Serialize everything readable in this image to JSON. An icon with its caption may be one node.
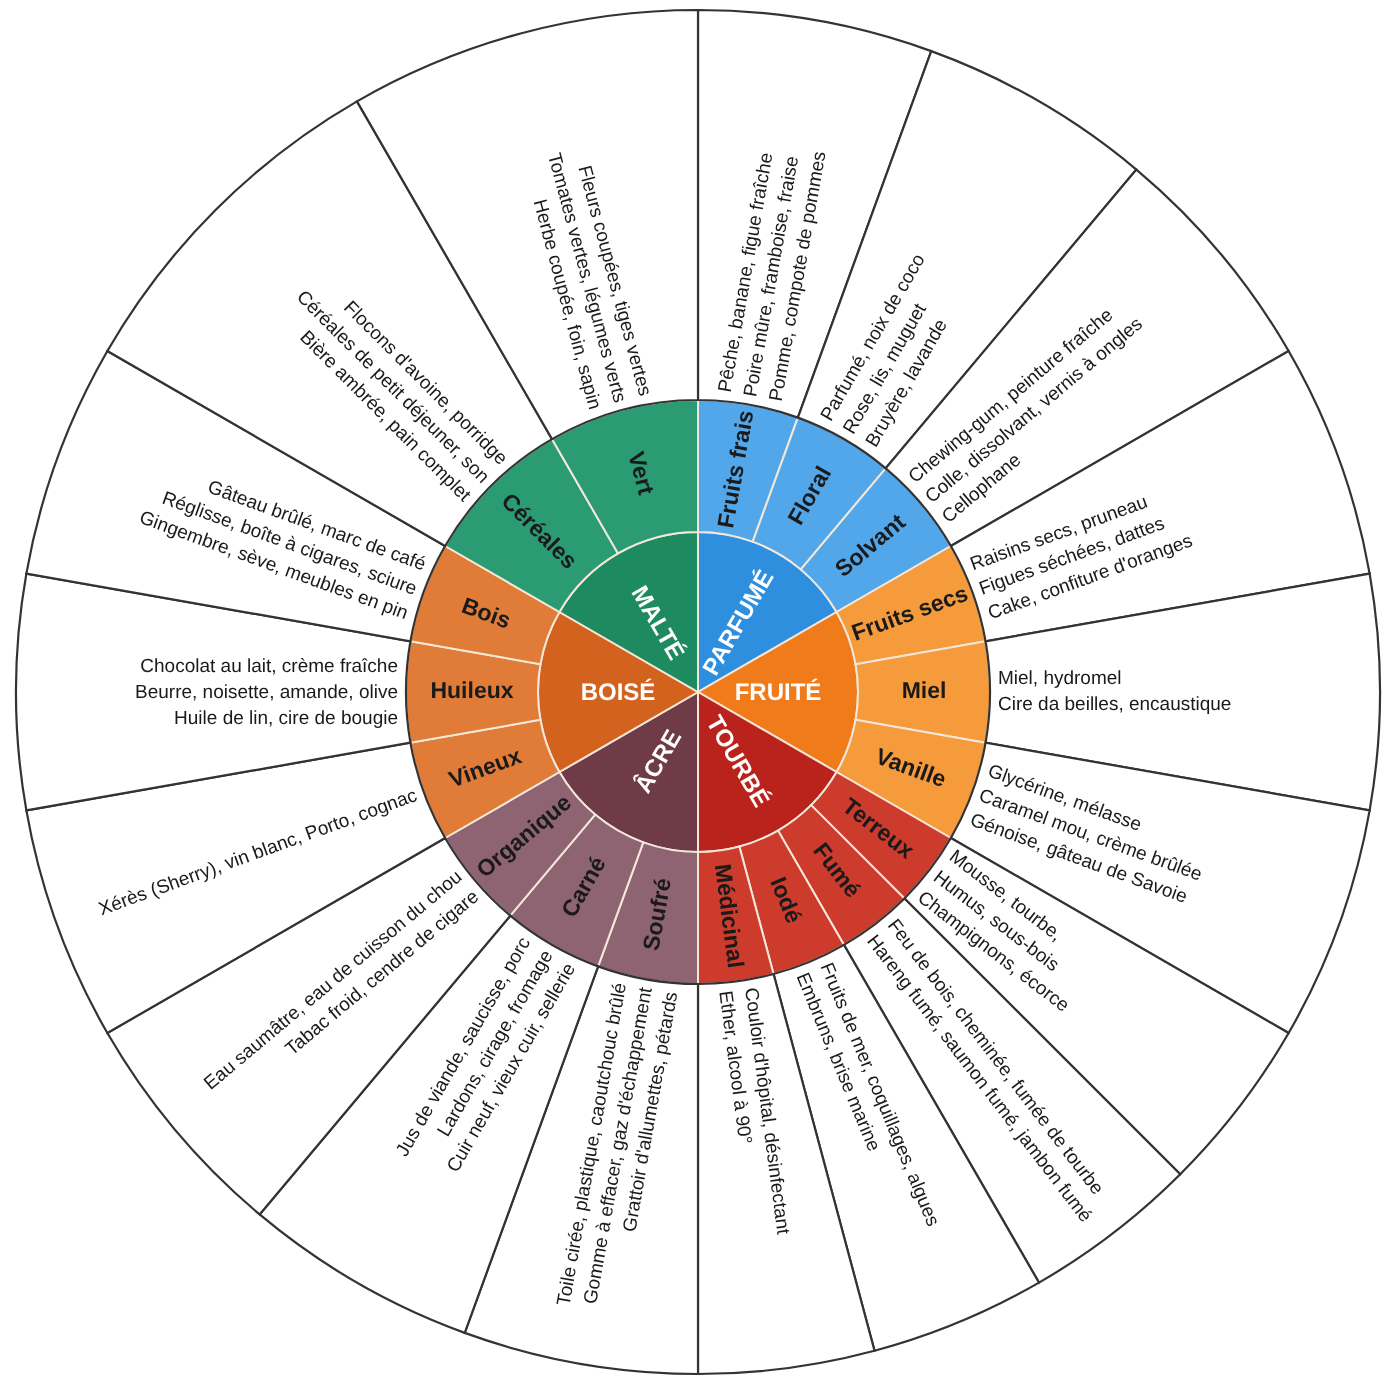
{
  "diagram": {
    "nodes": [
      {
        "text": [
          "PARFUMÉ"
        ]
      },
      {
        "text": [
          "FRUITÉ"
        ]
      },
      {
        "text": [
          "TOURBÉ"
        ]
      },
      {
        "text": [
          "ÂCRE"
        ]
      },
      {
        "text": [
          "BOISÉ"
        ]
      },
      {
        "text": [
          "MALTÉ"
        ]
      },
      {
        "text": [
          "Fruits frais"
        ]
      },
      {
        "text": [
          "Floral"
        ]
      },
      {
        "text": [
          "Solvant"
        ]
      },
      {
        "text": [
          "Fruits secs"
        ]
      },
      {
        "text": [
          "Miel"
        ]
      },
      {
        "text": [
          "Vanille"
        ]
      },
      {
        "text": [
          "Terreux"
        ]
      },
      {
        "text": [
          "Fumé"
        ]
      },
      {
        "text": [
          "Iodé"
        ]
      },
      {
        "text": [
          "Médicinal"
        ]
      },
      {
        "text": [
          "Soufré"
        ]
      },
      {
        "text": [
          "Carné"
        ]
      },
      {
        "text": [
          "Organique"
        ]
      },
      {
        "text": [
          "Vineux"
        ]
      },
      {
        "text": [
          "Huileux"
        ]
      },
      {
        "text": [
          "Bois"
        ]
      },
      {
        "text": [
          "Céréales"
        ]
      },
      {
        "text": [
          "Vert"
        ]
      },
      {
        "text": [
          "Pêche, banane, figue fraîche",
          "Poire mûre, framboise, fraise",
          "Pomme, compote de pommes"
        ]
      },
      {
        "text": [
          "Parfumé, noix de coco",
          "Rose, lis, muguet",
          "Bruyère, lavande"
        ]
      },
      {
        "text": [
          "Chewing-gum, peinture fraîche",
          "Colle, dissolvant, vernis à ongles",
          "Cellophane"
        ]
      },
      {
        "text": [
          "Raisins secs, pruneau",
          "Figues séchées, dattes",
          "Cake, confiture d'oranges"
        ]
      },
      {
        "text": [
          "Miel, hydromel",
          "Cire da beilles, encaustique"
        ]
      },
      {
        "text": [
          "Glycérine, mélasse",
          "Caramel mou, crème brûlée",
          "Génoise, gâteau de Savoie"
        ]
      },
      {
        "text": [
          "Mousse, tourbe,",
          "Humus, sous-bois",
          "Champignons, écorce"
        ]
      },
      {
        "text": [
          "Feu de bois, cheminée, fumée de tourbe",
          "Hareng fumé, saumon fumé, jambon fumé"
        ]
      },
      {
        "text": [
          "Fruits de mer, coquillages, algues",
          "Embruns, brise marine"
        ]
      },
      {
        "text": [
          "Couloir d'hôpital, désinfectant",
          "Ether, alcool à 90°"
        ]
      },
      {
        "text": [
          "Toile cirée, plastique, caoutchouc brûlé",
          "Gomme à effacer, gaz d'échappement",
          "Grattoir d'allumettes, pétards"
        ]
      },
      {
        "text": [
          "Jus de viande, saucisse, porc",
          "Lardons, cirage, fromage",
          "Cuir neuf, vieux cuir, sellerie"
        ]
      },
      {
        "text": [
          "Eau saumâtre, eau de cuisson du chou",
          "Tabac froid, cendre de cigare"
        ]
      },
      {
        "text": [
          "Xérès (Sherry), vin blanc, Porto, cognac"
        ]
      },
      {
        "text": [
          "Chocolat au lait, crème fraîche",
          "Beurre, noisette, amande, olive",
          "Huile de lin, cire de bougie"
        ]
      },
      {
        "text": [
          "Gâteau brûlé, marc de café",
          "Réglisse, boîte à cigares, sciure",
          "Gingembre, sève, meubles en pin"
        ]
      },
      {
        "text": [
          "Flocons d'avoine, porridge",
          "Céréales de petit déjeuner, son",
          "Bière ambrée, pain complet"
        ]
      },
      {
        "text": [
          "Fleurs coupées, tiges vertes",
          "Tomates vertes, légumes verts",
          "Herbe coupée, foin, sapin"
        ]
      }
    ]
  }
}
